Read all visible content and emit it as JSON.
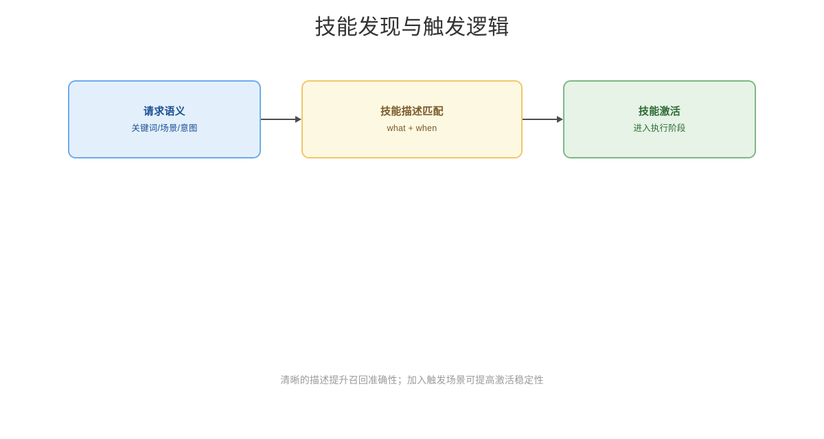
{
  "diagram": {
    "title": "技能发现与触发逻辑",
    "type": "flow",
    "orientation": "left-to-right",
    "background_color": "#ffffff",
    "title_color": "#333333",
    "nodes": [
      {
        "id": "request-semantics",
        "title": "请求语义",
        "subtitle": "关键词/场景/意图",
        "fill_color": "#e3f0fc",
        "border_color": "#6aaced",
        "text_color": "#1c4f91"
      },
      {
        "id": "skill-description-match",
        "title": "技能描述匹配",
        "subtitle": "what + when",
        "fill_color": "#fdf8e1",
        "border_color": "#f2c66b",
        "text_color": "#7a5a2a"
      },
      {
        "id": "skill-activation",
        "title": "技能激活",
        "subtitle": "进入执行阶段",
        "fill_color": "#e6f3e6",
        "border_color": "#7fb784",
        "text_color": "#2c6b34"
      }
    ],
    "connectors": [
      {
        "id": "arrow-1",
        "from": "request-semantics",
        "to": "skill-description-match",
        "style": "solid-arrow",
        "color": "#4d4d4d"
      },
      {
        "id": "arrow-2",
        "from": "skill-description-match",
        "to": "skill-activation",
        "style": "solid-arrow",
        "color": "#4d4d4d"
      }
    ],
    "footer_note": "清晰的描述提升召回准确性；加入触发场景可提高激活稳定性",
    "footer_color": "#9b9b9b"
  }
}
